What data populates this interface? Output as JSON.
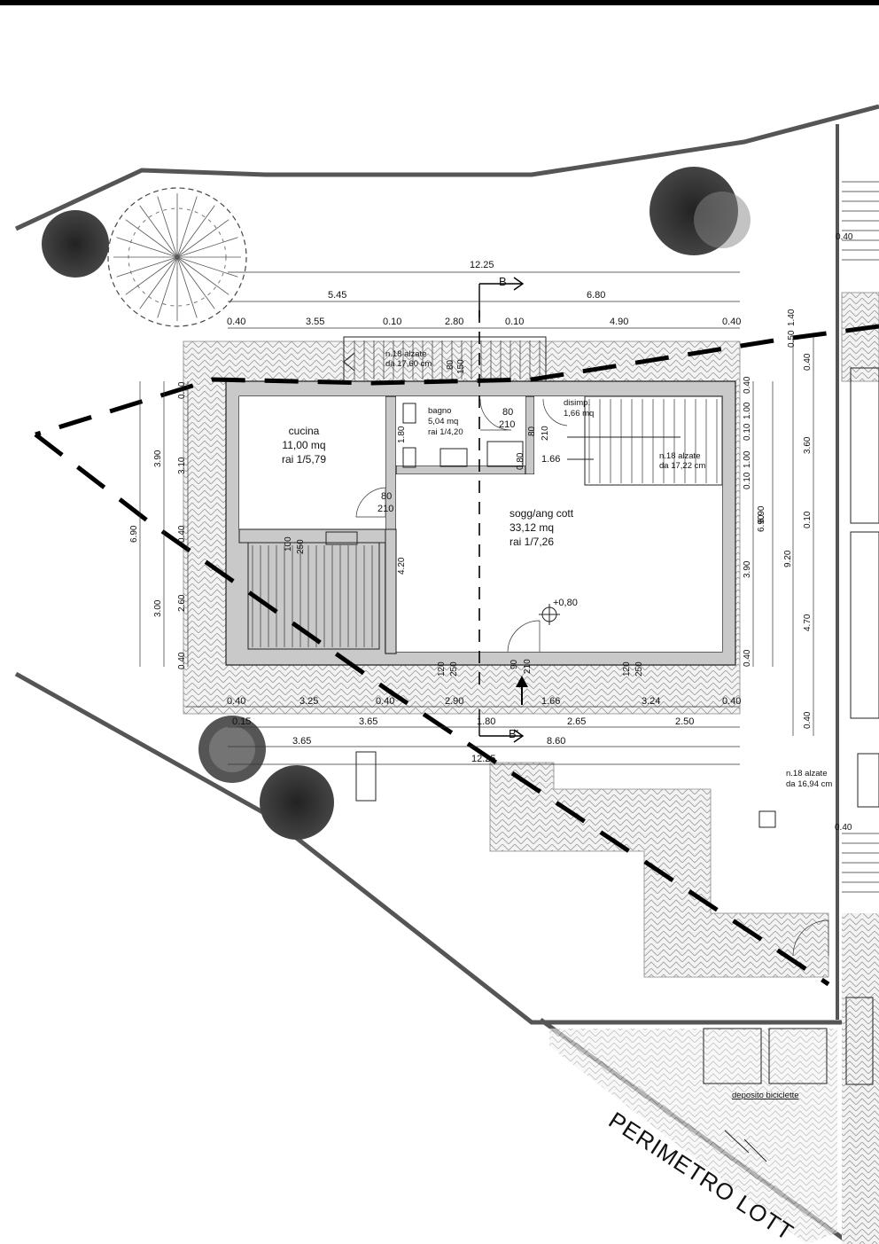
{
  "rooms": {
    "kitchen": {
      "name": "cucina",
      "area": "11,00 mq",
      "ratio": "rai 1/5,79"
    },
    "bath": {
      "name": "bagno",
      "area": "5,04 mq",
      "ratio": "rai 1/4,20"
    },
    "hall": {
      "name": "disimp.",
      "area": "1,66 mq"
    },
    "living": {
      "name": "sogg/ang cott",
      "area": "33,12 mq",
      "ratio": "rai 1/7,26"
    },
    "storage": {
      "name": "deposito biciclette"
    }
  },
  "stairs": {
    "top": {
      "line1": "n.18 alzate",
      "line2": "da 17,60 cm"
    },
    "inner": {
      "line1": "n.18 alzate",
      "line2": "da 17,22 cm"
    },
    "right": {
      "line1": "n.18 alzate",
      "line2": "da 16,94 cm"
    }
  },
  "section_marks": {
    "b_top": "B",
    "b_bottom": "B'"
  },
  "level_mark": "+0,80",
  "perimeter_label": "PERIMETRO LOTT",
  "dims_top": {
    "total": "12.25",
    "left": "5.45",
    "right": "6.80",
    "s1": "0.40",
    "s2": "3.55",
    "s3": "0.10",
    "s4": "2.80",
    "s5": "0.10",
    "s6": "4.90",
    "s7": "0.40"
  },
  "dims_bottom": {
    "r1a": "0.40",
    "r1b": "3.25",
    "r1c": "0.40",
    "r1d": "2.90",
    "r1e": "1.66",
    "r1f": "3.24",
    "r1g": "0.40",
    "r2a": "0.15",
    "r2b": "3.65",
    "r2c": "1.80",
    "r2d": "2.65",
    "r2e": "2.50",
    "r3a": "3.65",
    "r3b": "8.60",
    "r4": "12.25"
  },
  "dims_left": {
    "total": "6.90",
    "a": "3.90",
    "b": "3.00",
    "c1": "0.40",
    "c2": "3.10",
    "c3": "0.40",
    "c4": "2.60",
    "c5": "0.40"
  },
  "dims_right": {
    "a1": "0.40",
    "a2": "1.00",
    "a3": "0.10",
    "a4": "1.00",
    "a5": "0.10",
    "b1": "6.90",
    "b2": "3.90",
    "c1": "1.40",
    "c2": "0.50",
    "c3": "0.40",
    "c4": "3.60",
    "c5": "0.10",
    "c6": "4.70",
    "c7": "0.40",
    "total": "9.20",
    "c8": "0.40",
    "c9": "0.40",
    "c10": "0.40"
  },
  "openings": {
    "door_bath_w": "80",
    "door_bath_h": "210",
    "door_hall_w": "80",
    "door_hall_h": "210",
    "door_kitchen_w": "80",
    "door_kitchen_h": "210",
    "win_bath_a": "80",
    "win_bath_b": "150",
    "bath_wall": "1.80",
    "bath_niche": "0.80",
    "hall_w": "1.66",
    "kitchen_h": "4.20",
    "win_stair_a": "100",
    "win_stair_b": "250",
    "win_s1_a": "120",
    "win_s1_b": "250",
    "door_main_a": "90",
    "door_main_b": "210",
    "win_s2_a": "120",
    "win_s2_b": "250"
  }
}
